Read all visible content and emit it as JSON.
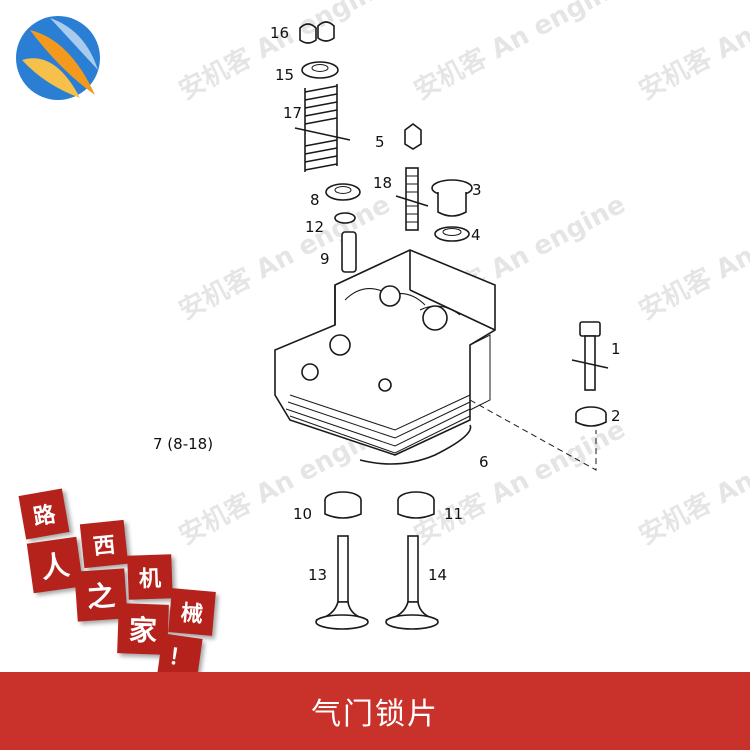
{
  "footer": {
    "title": "气门锁片"
  },
  "watermark": {
    "text": "安机客 An engine"
  },
  "badge": {
    "chars": [
      "路",
      "人",
      "西",
      "之",
      "机",
      "家",
      "械",
      "！"
    ]
  },
  "callouts": {
    "c1": "1",
    "c2": "2",
    "c3": "3",
    "c4": "4",
    "c5": "5",
    "c6": "6",
    "c7": "7 (8-18)",
    "c8": "8",
    "c9": "9",
    "c10": "10",
    "c11": "11",
    "c12": "12",
    "c13": "13",
    "c14": "14",
    "c15": "15",
    "c16": "16",
    "c17": "17",
    "c18": "18"
  },
  "colors": {
    "footer_bg": "#c9322b",
    "badge_bg": "#b5221c",
    "logo_orange": "#f39a1e",
    "logo_blue": "#2a7fd4"
  }
}
